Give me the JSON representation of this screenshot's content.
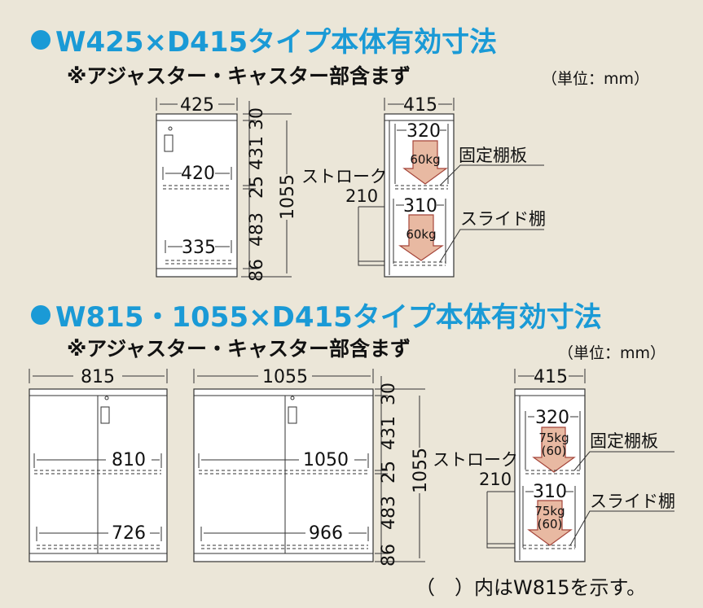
{
  "section1": {
    "title": "W425×D415タイプ本体有効寸法",
    "subtitle": "※アジャスター・キャスター部含まず",
    "unit": "（単位：mm）",
    "front": {
      "width": "425",
      "shelf_width": "420",
      "bottom_width": "335"
    },
    "heights": {
      "top": "30",
      "upper": "431",
      "shelf": "25",
      "lower": "483",
      "base": "86",
      "total": "1055"
    },
    "side": {
      "depth": "415",
      "fixed_depth": "320",
      "slide_depth": "310",
      "fixed_load": "60kg",
      "slide_load": "60kg",
      "stroke_label": "ストローク",
      "stroke": "210",
      "fixed_shelf": "固定棚板",
      "slide_shelf": "スライド棚"
    }
  },
  "section2": {
    "title": "W815・1055×D415タイプ本体有効寸法",
    "subtitle": "※アジャスター・キャスター部含まず",
    "unit": "（単位：mm）",
    "front815": {
      "width": "815",
      "shelf_width": "810",
      "bottom_width": "726"
    },
    "front1055": {
      "width": "1055",
      "shelf_width": "1050",
      "bottom_width": "966"
    },
    "heights": {
      "top": "30",
      "upper": "431",
      "shelf": "25",
      "lower": "483",
      "base": "86",
      "total": "1055"
    },
    "side": {
      "depth": "415",
      "fixed_depth": "320",
      "slide_depth": "310",
      "load": "75kg",
      "load_w815": "(60)",
      "stroke_label": "ストローク",
      "stroke": "210",
      "fixed_shelf": "固定棚板",
      "slide_shelf": "スライド棚"
    },
    "footnote": "（　）内はW815を示す。"
  },
  "colors": {
    "title": "#1a9ad6",
    "background": "#ebe6d8",
    "arrow": "#e8b9a2"
  }
}
